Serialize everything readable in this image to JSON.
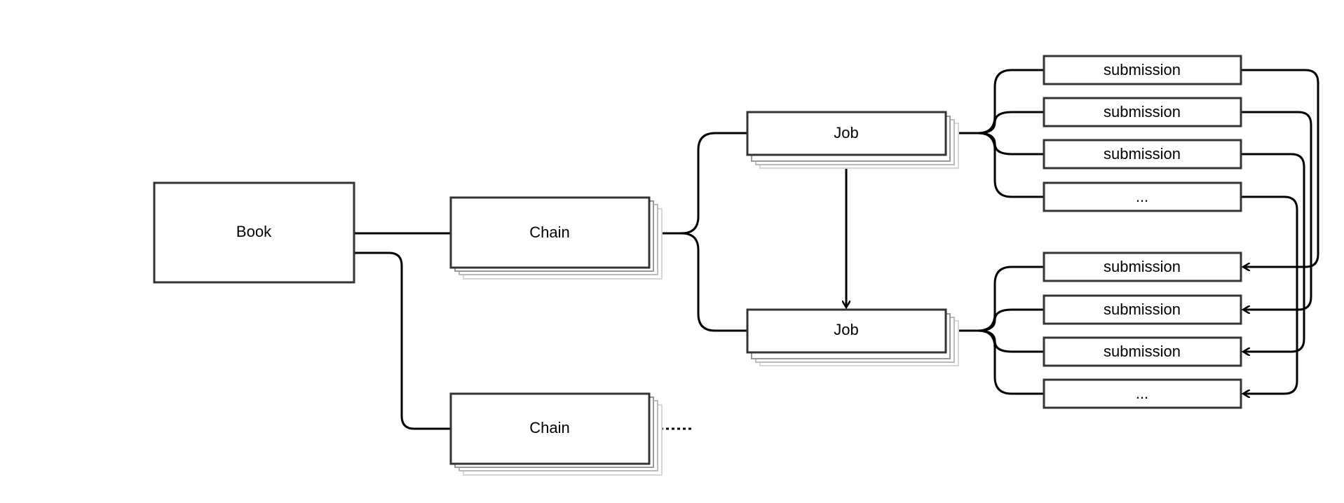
{
  "nodes": {
    "book": "Book",
    "chain_top": "Chain",
    "chain_bottom": "Chain",
    "job_top": "Job",
    "job_bottom": "Job",
    "top_submissions": [
      "submission",
      "submission",
      "submission",
      "..."
    ],
    "bottom_submissions": [
      "submission",
      "submission",
      "submission",
      "..."
    ]
  },
  "colors": {
    "box_stroke": "#333333",
    "line": "#000000",
    "background": "#ffffff"
  }
}
